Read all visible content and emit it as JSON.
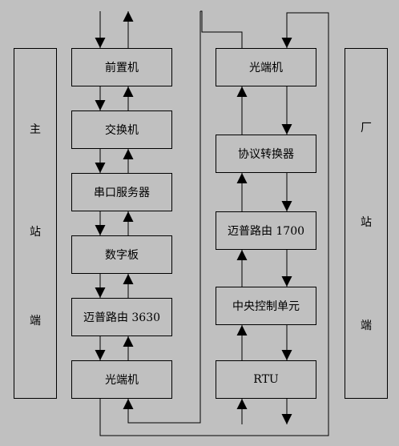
{
  "sides": {
    "left_chars": [
      "主",
      "站",
      "端"
    ],
    "right_chars": [
      "厂",
      "站",
      "端"
    ]
  },
  "left_column": [
    "前置机",
    "交换机",
    "串口服务器",
    "数字板",
    "迈普路由 3630",
    "光端机"
  ],
  "right_column": [
    "光端机",
    "协议转换器",
    "迈普路由 1700",
    "中央控制单元",
    "RTU"
  ]
}
